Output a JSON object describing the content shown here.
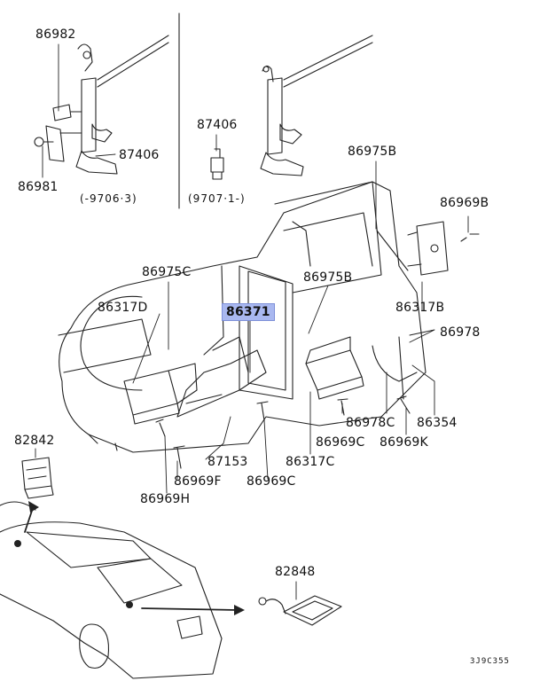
{
  "labels": {
    "p86982": "86982",
    "p87406a": "87406",
    "p86981": "86981",
    "p87406b": "87406",
    "range_a": "(-9706·3)",
    "range_b": "(9707·1-)",
    "p86975b_top": "86975B",
    "p86969b": "86969B",
    "p86975c": "86975C",
    "p86975b_mid": "86975B",
    "p86317d": "86317D",
    "p86371": "86371",
    "p86317b": "86317B",
    "p86978": "86978",
    "p86978c": "86978C",
    "p86354": "86354",
    "p86969c_r": "86969C",
    "p86969k": "86969K",
    "p82842": "82842",
    "p87153": "87153",
    "p86317c": "86317C",
    "p86969f": "86969F",
    "p86969c_l": "86969C",
    "p86969h": "86969H",
    "p82848": "82848",
    "diagram_code": "3J9C355"
  },
  "highlight_color": "#a9b8f0"
}
